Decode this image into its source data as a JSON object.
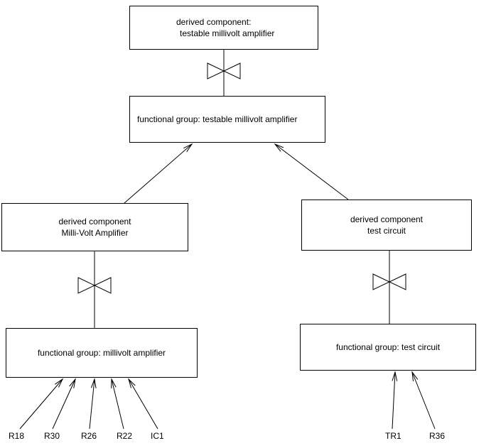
{
  "diagram": {
    "top_box": {
      "line1": "derived component:",
      "line2": "testable millivolt amplifier"
    },
    "middle_box": {
      "label": "functional group: testable millivolt amplifier"
    },
    "left_derived_box": {
      "line1": "derived component",
      "line2": "Milli-Volt Amplifier"
    },
    "right_derived_box": {
      "line1": "derived component",
      "line2": "test circuit"
    },
    "left_functional_box": {
      "label": "functional group: millivolt amplifier"
    },
    "right_functional_box": {
      "label": "functional group: test circuit"
    },
    "left_components": [
      "R18",
      "R30",
      "R26",
      "R22",
      "IC1"
    ],
    "right_components": [
      "TR1",
      "R36"
    ],
    "colors": {
      "line": "#000000",
      "background": "#ffffff"
    }
  }
}
